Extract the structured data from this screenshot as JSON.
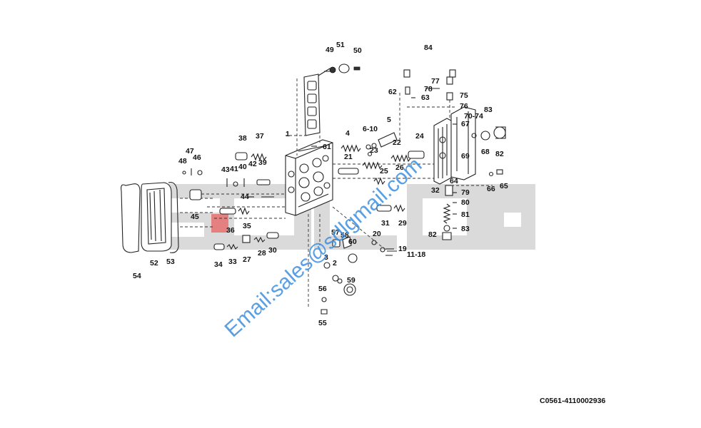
{
  "diagram": {
    "watermark": {
      "logo": "SDLG",
      "logo_color": "#d9d9d9",
      "email": "Email:sales@sdlgmail.com",
      "email_color": "#3d8fe0"
    },
    "drawing_code": "C0561-4110002936",
    "labels": [
      "49",
      "51",
      "50",
      "84",
      "77",
      "62",
      "63",
      "78",
      "75",
      "76",
      "70-74",
      "83",
      "5",
      "6-10",
      "4",
      "67",
      "38",
      "37",
      "1",
      "61",
      "22",
      "24",
      "47",
      "46",
      "23",
      "69",
      "68",
      "82",
      "48",
      "21",
      "43",
      "41",
      "40",
      "42",
      "39",
      "25",
      "26",
      "64",
      "66",
      "65",
      "44",
      "32",
      "79",
      "80",
      "45",
      "81",
      "36",
      "35",
      "31",
      "29",
      "57",
      "58",
      "20",
      "82",
      "83",
      "34",
      "33",
      "27",
      "28",
      "30",
      "60",
      "19",
      "3",
      "11-18",
      "52",
      "53",
      "54",
      "2",
      "59",
      "56",
      "55"
    ]
  }
}
